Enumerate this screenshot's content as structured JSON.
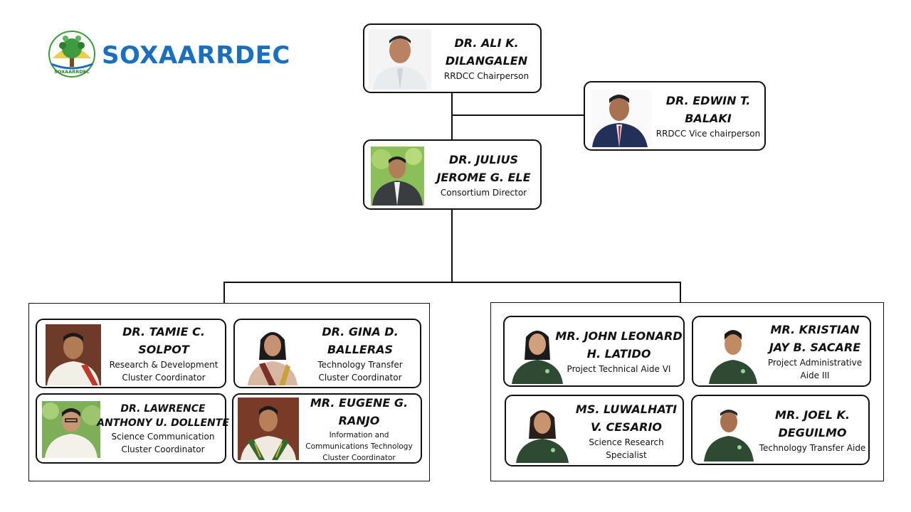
{
  "header": {
    "brand_name": "SOXAARRDEC",
    "logo_caption": "SOXAARRDEC"
  },
  "leadership": {
    "chairperson": {
      "name_line1": "DR. ALI K.",
      "name_line2": "DILANGALEN",
      "role_line1": "RRDCC Chairperson",
      "role_line2": ""
    },
    "vice_chairperson": {
      "name_line1": "DR. EDWIN T.",
      "name_line2": "BALAKI",
      "role_line1": "RRDCC Vice chairperson",
      "role_line2": ""
    },
    "director": {
      "name_line1": "DR. JULIUS",
      "name_line2": "JEROME G. ELE",
      "role_line1": "Consortium Director",
      "role_line2": ""
    }
  },
  "coordinators": [
    {
      "name_line1": "DR. TAMIE C.",
      "name_line2": "SOLPOT",
      "role_line1": "Research & Development",
      "role_line2": "Cluster Coordinator",
      "role_line3": ""
    },
    {
      "name_line1": "DR. GINA D.",
      "name_line2": "BALLERAS",
      "role_line1": "Technology Transfer",
      "role_line2": "Cluster Coordinator",
      "role_line3": ""
    },
    {
      "name_line1": "DR. LAWRENCE",
      "name_line2": "ANTHONY U. DOLLENTE",
      "role_line1": "Science Communication",
      "role_line2": "Cluster Coordinator",
      "role_line3": ""
    },
    {
      "name_line1": "MR. EUGENE G.",
      "name_line2": "RANJO",
      "role_line1": "Information and",
      "role_line2": "Communications Technology",
      "role_line3": "Cluster Coordinator"
    }
  ],
  "staff": [
    {
      "name_line1": "MR. JOHN LEONARD",
      "name_line2": "H. LATIDO",
      "role_line1": "Project Technical Aide VI",
      "role_line2": ""
    },
    {
      "name_line1": "MR. KRISTIAN",
      "name_line2": "JAY B. SACARE",
      "role_line1": "Project Administrative",
      "role_line2": "Aide III"
    },
    {
      "name_line1": "MS. LUWALHATI",
      "name_line2": "V. CESARIO",
      "role_line1": "Science Research",
      "role_line2": "Specialist"
    },
    {
      "name_line1": "MR. JOEL K.",
      "name_line2": "DEGUILMO",
      "role_line1": "Technology Transfer Aide",
      "role_line2": ""
    }
  ],
  "colors": {
    "brand_blue": "#1a6fbf",
    "staff_shirt_green": "#2f4a33",
    "logo_green": "#3e9b3e",
    "logo_yellow": "#e8c21a"
  },
  "icons": {
    "logo": "soxaarrdec-tree-logo",
    "photos": "person-portrait"
  }
}
